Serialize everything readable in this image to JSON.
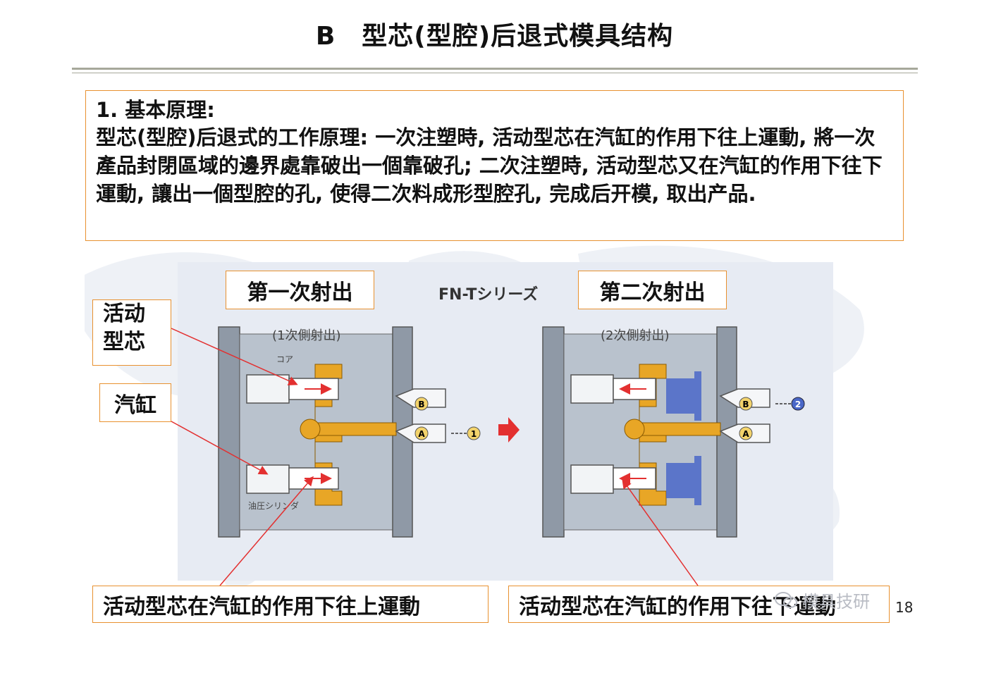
{
  "title": "B　型芯(型腔)后退式模具结构",
  "principle": {
    "heading": "1.  基本原理:",
    "body": "型芯(型腔)后退式的工作原理: 一次注塑時, 活动型芯在汽缸的作用下往上運動, 將一次產品封閉區域的邊界處靠破出一個靠破孔; 二次注塑時, 活动型芯又在汽缸的作用下往下運動, 讓出一個型腔的孔, 使得二次料成形型腔孔, 完成后开模, 取出产品."
  },
  "diagram": {
    "series_label": "FN-Tシリーズ",
    "left_caption": "(1次側射出)",
    "right_caption": "(2次側射出)",
    "core_tag": "コア",
    "cylinder_tag": "油圧シリンダ",
    "markers": {
      "a": "A",
      "b": "B",
      "one": "1",
      "two": "2"
    }
  },
  "labels": {
    "first_shot": "第一次射出",
    "second_shot": "第二次射出",
    "core_line1": "活动",
    "core_line2": "型芯",
    "cylinder": "汽缸",
    "caption_left": "活动型芯在汽缸的作用下往上運動",
    "caption_right": "活动型芯在汽缸的作用下往下運動"
  },
  "watermark": "模具技研",
  "page_number": "18",
  "colors": {
    "accent_border": "#e8912f",
    "mold_gray": "#8f99a6",
    "core_yellow": "#e8a626",
    "second_material_blue": "#4a67c8",
    "leader_red": "#e33030"
  }
}
